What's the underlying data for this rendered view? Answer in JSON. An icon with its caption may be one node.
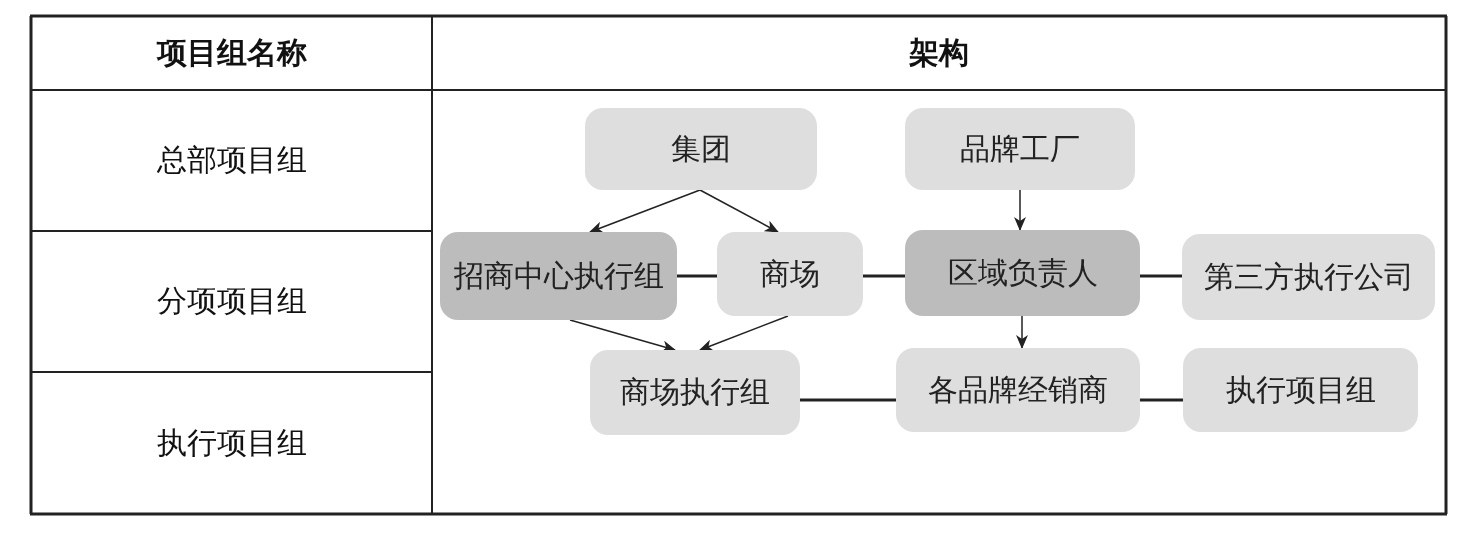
{
  "diagram": {
    "nodes": [
      {
        "text": [
          "集团"
        ]
      },
      {
        "text": [
          "品牌工厂"
        ]
      },
      {
        "text": [
          "招商中心执行组"
        ]
      },
      {
        "text": [
          "商场"
        ]
      },
      {
        "text": [
          "区域负责人"
        ]
      },
      {
        "text": [
          "第三方执行公司"
        ]
      },
      {
        "text": [
          "商场执行组"
        ]
      },
      {
        "text": [
          "各品牌经销商"
        ]
      },
      {
        "text": [
          "执行项目组"
        ]
      }
    ],
    "edges": [
      {
        "from": 0,
        "to": 2,
        "arrow": "to"
      },
      {
        "from": 0,
        "to": 3,
        "arrow": "to"
      },
      {
        "from": 1,
        "to": 4,
        "arrow": "to"
      },
      {
        "from": 2,
        "to": 3,
        "arrow": "none"
      },
      {
        "from": 3,
        "to": 4,
        "arrow": "none"
      },
      {
        "from": 4,
        "to": 5,
        "arrow": "none"
      },
      {
        "from": 2,
        "to": 6,
        "arrow": "to"
      },
      {
        "from": 3,
        "to": 6,
        "arrow": "to"
      },
      {
        "from": 4,
        "to": 7,
        "arrow": "to"
      },
      {
        "from": 6,
        "to": 7,
        "arrow": "none"
      },
      {
        "from": 7,
        "to": 8,
        "arrow": "none"
      }
    ],
    "labels": [
      "项目组名称",
      "架构",
      "总部项目组",
      "分项项目组",
      "执行项目组"
    ]
  }
}
